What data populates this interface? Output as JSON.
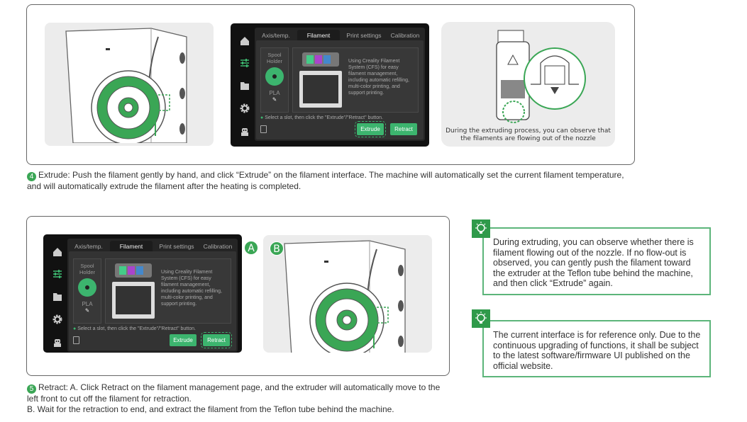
{
  "screen": {
    "tabs": [
      "Axis/temp.",
      "Filament",
      "Print settings",
      "Calibration"
    ],
    "spool_label": "Spool Holder",
    "material": "PLA",
    "info_text": "Using Creality Filament System (CFS) for easy filament management, including automatic refilling, multi-color printing, and support printing.",
    "hint": "Select a slot, then click the \"Extrude\"/\"Retract\" button.",
    "extrude": "Extrude",
    "retract": "Retract"
  },
  "nozzle_caption": "During the extruding process, you can observe that the filaments are flowing out of the nozzle",
  "step4": {
    "num": "4",
    "text": "Extrude: Push the filament gently by hand, and click “Extrude” on the filament interface. The machine will automatically set the current filament temperature, and will automatically extrude the filament after the heating is completed."
  },
  "step5": {
    "num": "5",
    "line1": "Retract: A. Click Retract on the filament management page, and the extruder will automatically move to the left front to cut off the filament for retraction.",
    "line2": "B. Wait for the retraction to end, and extract the filament from the Teflon tube behind the machine."
  },
  "badges": {
    "a": "A",
    "b": "B"
  },
  "tips": [
    "During extruding, you can observe whether there is filament flowing out of the nozzle. If no flow-out is observed, you can gently push the filament toward the extruder at the Teflon tube behind the machine, and then click “Extrude” again.",
    "The current interface is for reference only. Due to the continuous upgrading of functions, it shall be subject to the latest software/firmware UI published on the official website."
  ],
  "colors": {
    "accent": "#3aa655",
    "button": "#3cb46e"
  }
}
